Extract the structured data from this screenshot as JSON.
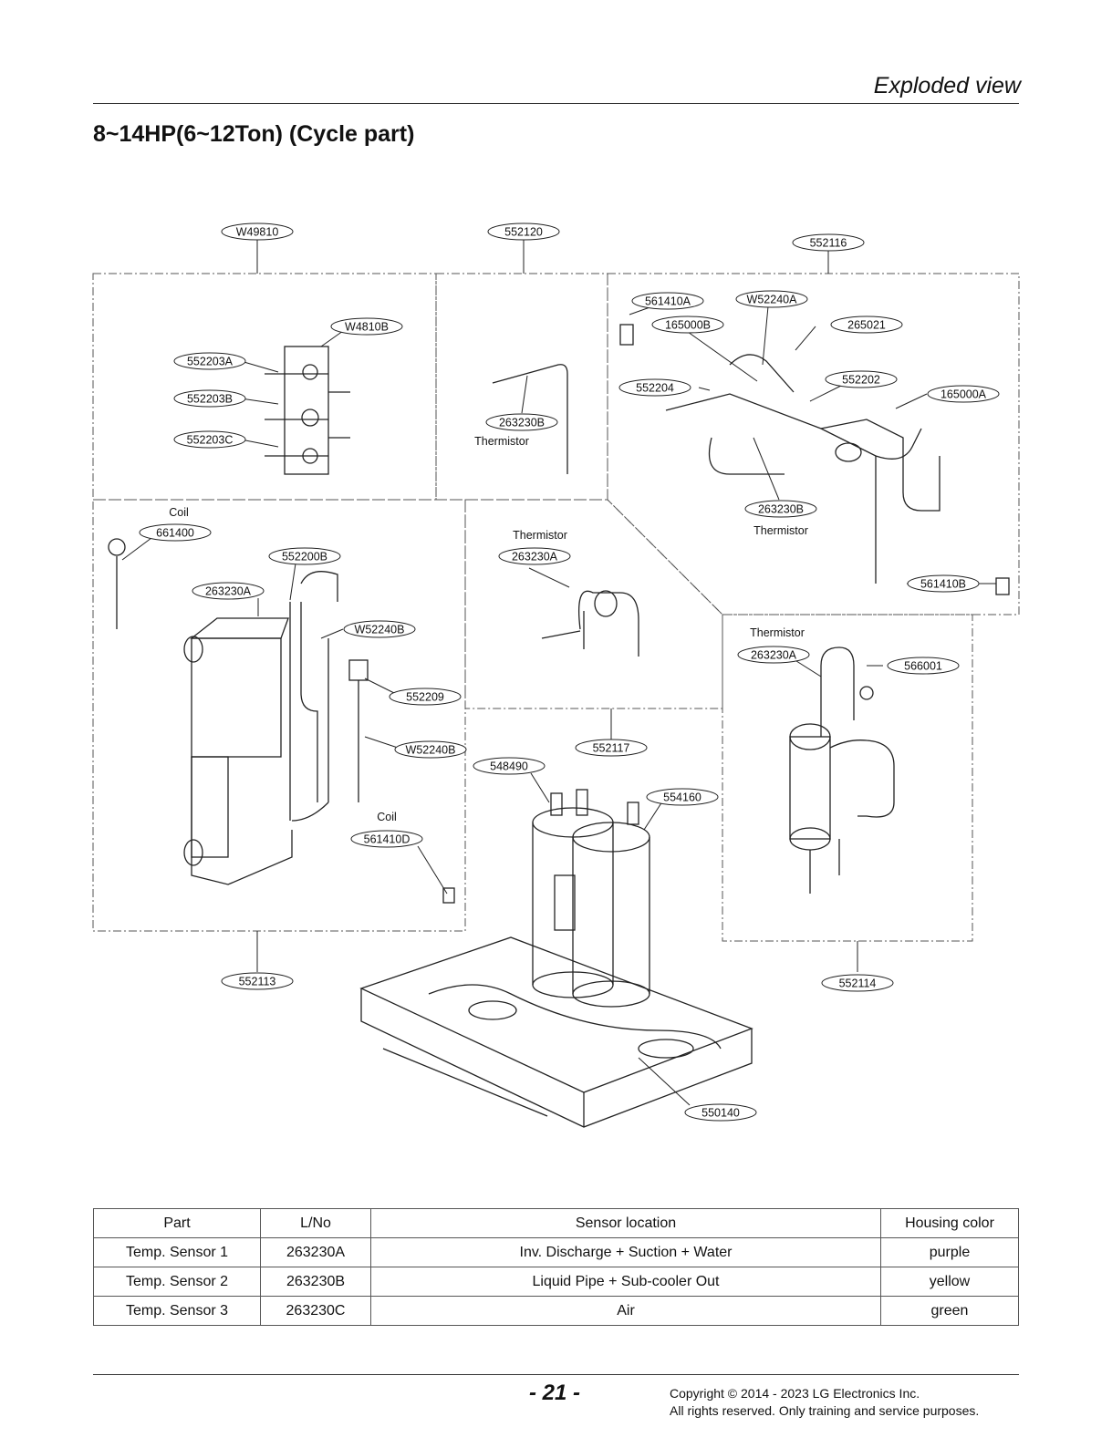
{
  "header": {
    "section": "Exploded view",
    "title": "8~14HP(6~12Ton) (Cycle part)"
  },
  "diagram": {
    "callouts": [
      "W49810",
      "552120",
      "552116",
      "561410A",
      "W52240A",
      "165000B",
      "265021",
      "W4810B",
      "552203A",
      "552202",
      "552204",
      "165000A",
      "552203B",
      "263230B",
      "552203C",
      "263230B",
      "661400",
      "552200B",
      "263230A",
      "561410B",
      "263230A",
      "W52240B",
      "263230A",
      "566001",
      "552209",
      "W52240B",
      "552117",
      "548490",
      "554160",
      "561410D",
      "552113",
      "552114",
      "550140"
    ],
    "captions": [
      "Thermistor",
      "Thermistor",
      "Coil",
      "Thermistor",
      "Thermistor",
      "Coil"
    ]
  },
  "table": {
    "headers": [
      "Part",
      "L/No",
      "Sensor location",
      "Housing color"
    ],
    "rows": [
      [
        "Temp. Sensor 1",
        "263230A",
        "Inv. Discharge + Suction + Water",
        "purple"
      ],
      [
        "Temp. Sensor 2",
        "263230B",
        "Liquid Pipe + Sub-cooler Out",
        "yellow"
      ],
      [
        "Temp. Sensor 3",
        "263230C",
        "Air",
        "green"
      ]
    ]
  },
  "footer": {
    "page": "- 21 -",
    "copyright_line1": "Copyright © 2014 - 2023 LG Electronics Inc.",
    "copyright_line2": "All rights reserved. Only training and service purposes."
  }
}
